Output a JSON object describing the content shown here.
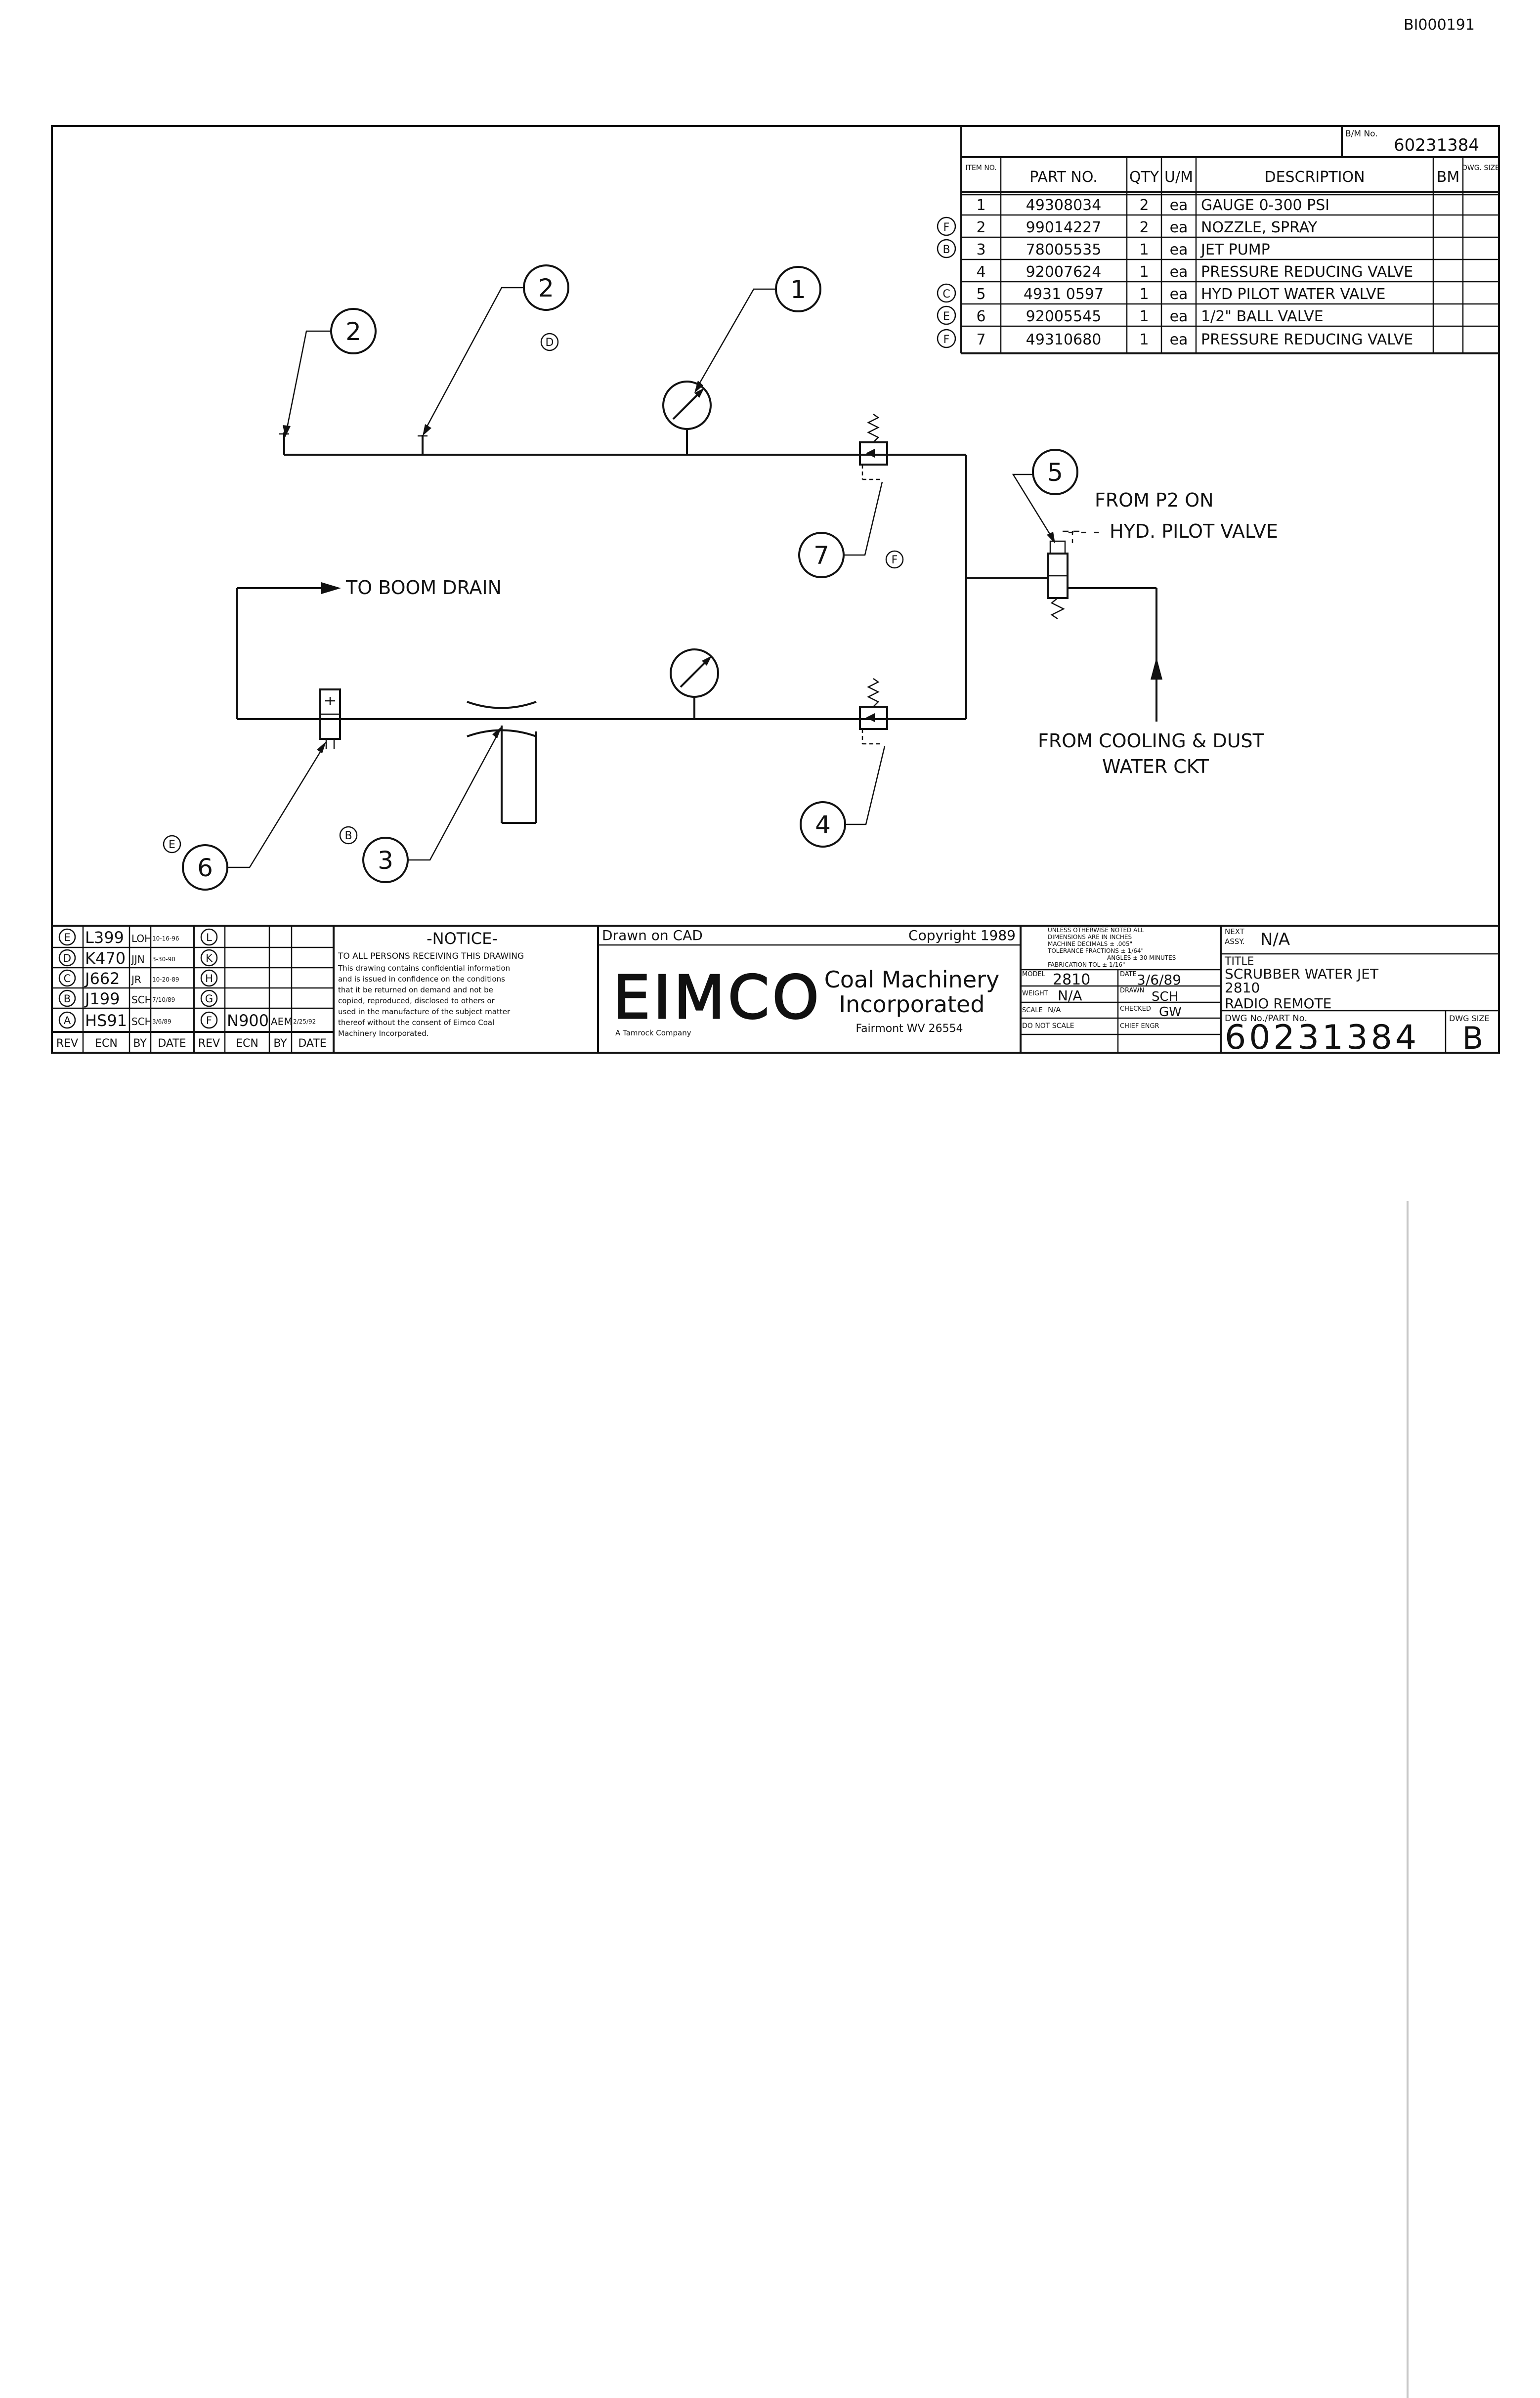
{
  "doc_id": "BI000191",
  "bom": {
    "label": "B/M No.",
    "number": "60231384"
  },
  "parts_table": {
    "headers": [
      "ITEM NO.",
      "PART NO.",
      "QTY",
      "U/M",
      "DESCRIPTION",
      "BM",
      "DWG. SIZE"
    ],
    "rows": [
      {
        "rev": "",
        "item": "1",
        "part": "49308034",
        "qty": "2",
        "um": "ea",
        "desc": "GAUGE 0-300 PSI"
      },
      {
        "rev": "F",
        "item": "2",
        "part": "99014227",
        "qty": "2",
        "um": "ea",
        "desc": "NOZZLE, SPRAY"
      },
      {
        "rev": "B",
        "item": "3",
        "part": "78005535",
        "qty": "1",
        "um": "ea",
        "desc": "JET PUMP"
      },
      {
        "rev": "",
        "item": "4",
        "part": "92007624",
        "qty": "1",
        "um": "ea",
        "desc": "PRESSURE REDUCING VALVE"
      },
      {
        "rev": "C",
        "item": "5",
        "part": "4931 0597",
        "qty": "1",
        "um": "ea",
        "desc": "HYD PILOT WATER VALVE"
      },
      {
        "rev": "E",
        "item": "6",
        "part": "92005545",
        "qty": "1",
        "um": "ea",
        "desc": "1/2\" BALL VALVE"
      },
      {
        "rev": "F",
        "item": "7",
        "part": "49310680",
        "qty": "1",
        "um": "ea",
        "desc": "PRESSURE REDUCING VALVE"
      }
    ]
  },
  "callouts": {
    "c1": "1",
    "c2a": "2",
    "c2b": "2",
    "c3": "3",
    "c4": "4",
    "c5": "5",
    "c6": "6",
    "c7": "7",
    "revD": "D",
    "revF": "F",
    "revB": "B",
    "revE": "E"
  },
  "labels": {
    "boom_drain": "TO BOOM DRAIN",
    "from_p2_1": "FROM P2 ON",
    "from_p2_2": "HYD. PILOT VALVE",
    "cooling_1": "FROM COOLING & DUST",
    "cooling_2": "WATER CKT"
  },
  "revisions": {
    "left": [
      {
        "rev": "E",
        "ecn": "L399",
        "by": "LOH",
        "date": "10-16-96"
      },
      {
        "rev": "D",
        "ecn": "K470",
        "by": "JJN",
        "date": "3-30-90"
      },
      {
        "rev": "C",
        "ecn": "J662",
        "by": "JR",
        "date": "10-20-89"
      },
      {
        "rev": "B",
        "ecn": "J199",
        "by": "SCH",
        "date": "7/10/89"
      },
      {
        "rev": "A",
        "ecn": "HS91",
        "by": "SCH",
        "date": "3/6/89"
      }
    ],
    "right": [
      {
        "rev": "L",
        "ecn": "",
        "by": "",
        "date": ""
      },
      {
        "rev": "K",
        "ecn": "",
        "by": "",
        "date": ""
      },
      {
        "rev": "H",
        "ecn": "",
        "by": "",
        "date": ""
      },
      {
        "rev": "G",
        "ecn": "",
        "by": "",
        "date": ""
      },
      {
        "rev": "F",
        "ecn": "N900",
        "by": "AEM",
        "date": "2/25/92"
      }
    ],
    "footer": [
      "REV",
      "ECN",
      "BY",
      "DATE",
      "REV",
      "ECN",
      "BY",
      "DATE"
    ]
  },
  "notice": {
    "title": "-NOTICE-",
    "lines": [
      "TO ALL PERSONS RECEIVING THIS DRAWING",
      "This drawing contains confidential information",
      "and is issued in confidence on the conditions",
      "that it be returned on demand and not be",
      "copied, reproduced, disclosed to others or",
      "used in the manufacture of the subject matter",
      "thereof without the consent of Eimco Coal",
      "Machinery Incorporated."
    ]
  },
  "company": {
    "drawn": "Drawn on CAD",
    "copyright": "Copyright 1989",
    "logo": "EIMCO",
    "tagline": "A Tamrock Company",
    "name1": "Coal Machinery",
    "name2": "Incorporated",
    "location": "Fairmont WV 26554"
  },
  "tolerances": [
    "UNLESS OTHERWISE NOTED ALL",
    "DIMENSIONS ARE IN INCHES",
    "MACHINE     DECIMALS ± .005\"",
    "TOLERANCE   FRACTIONS ± 1/64\"",
    "ANGLES ± 30 MINUTES",
    "FABRICATION TOL ± 1/16\""
  ],
  "title_block": {
    "model_label": "MODEL",
    "model": "2810",
    "date_label": "DATE",
    "date": "3/6/89",
    "weight_label": "WEIGHT",
    "weight": "N/A",
    "drawn_label": "DRAWN",
    "drawn": "SCH",
    "scale_label": "SCALE",
    "scale": "N/A",
    "checked_label": "CHECKED",
    "checked": "GW",
    "do_not_scale": "DO NOT SCALE",
    "chief_label": "CHIEF ENGR",
    "next_label1": "NEXT",
    "next_label2": "ASSY.",
    "next": "N/A",
    "title_label": "TITLE",
    "title1": "SCRUBBER WATER JET",
    "title2": "2810",
    "title3": "RADIO REMOTE",
    "dwg_label": "DWG No./PART No.",
    "dwg": "60231384",
    "size_label": "DWG SIZE",
    "size": "B"
  }
}
